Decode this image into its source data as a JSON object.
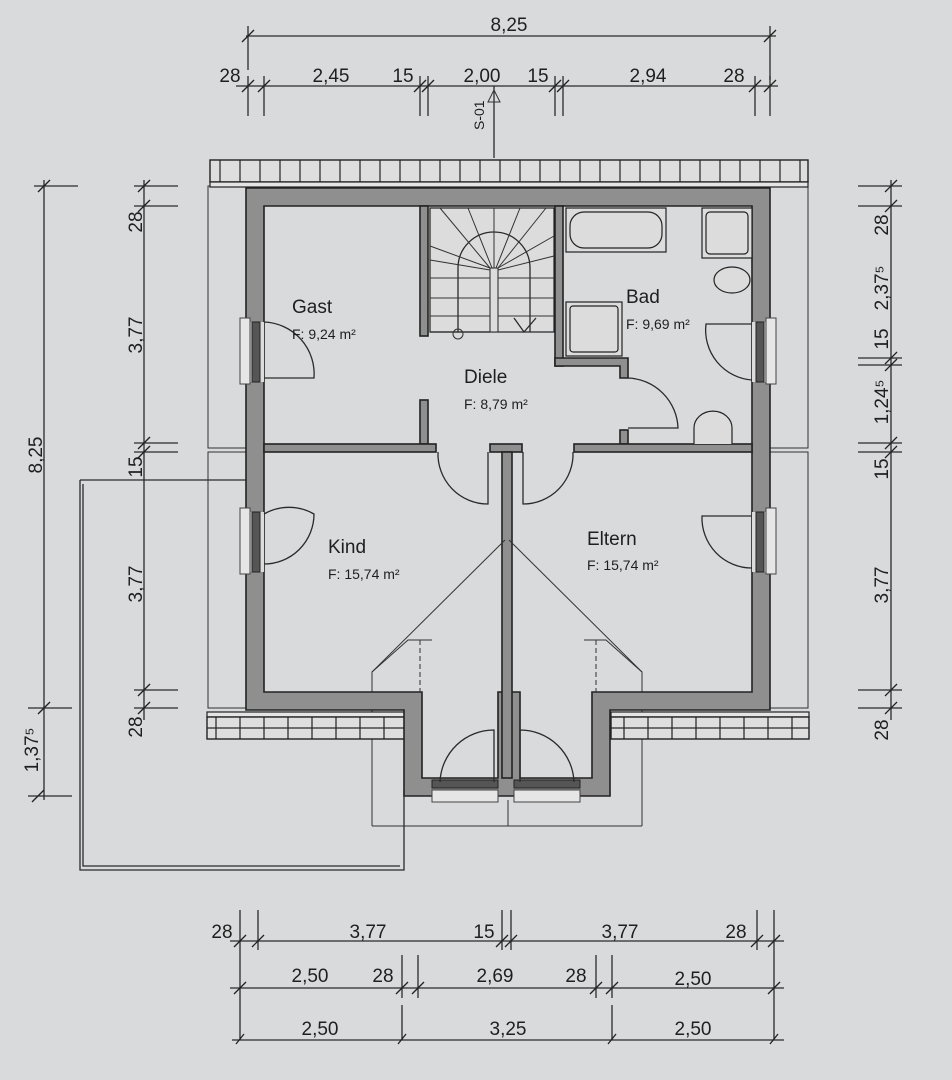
{
  "plan": {
    "section_marker": "S-01",
    "colors": {
      "background": "#d9dadb",
      "wall": "#8f8f8f",
      "line": "#222222",
      "floor": "#dcdcdc"
    }
  },
  "rooms": [
    {
      "name": "Gast",
      "area": "F: 9,24 m²"
    },
    {
      "name": "Diele",
      "area": "F: 8,79 m²"
    },
    {
      "name": "Bad",
      "area": "F: 9,69 m²"
    },
    {
      "name": "Kind",
      "area": "F: 15,74 m²"
    },
    {
      "name": "Eltern",
      "area": "F: 15,74 m²"
    }
  ],
  "dimensions": {
    "top_total": "8,25",
    "top_chain": [
      "28",
      "2,45",
      "15",
      "2,00",
      "15",
      "2,94",
      "28"
    ],
    "left_total": "8,25",
    "left_extension": "1,37⁵",
    "left_chain": [
      "28",
      "3,77",
      "15",
      "3,77",
      "28"
    ],
    "right_chain": [
      "28",
      "2,37⁵",
      "15",
      "1,24⁵",
      "15",
      "3,77",
      "28"
    ],
    "bottom_row1": [
      "28",
      "3,77",
      "15",
      "3,77",
      "28"
    ],
    "bottom_row2": [
      "2,50",
      "28",
      "2,69",
      "28",
      "2,50"
    ],
    "bottom_row3": [
      "2,50",
      "3,25",
      "2,50"
    ]
  }
}
